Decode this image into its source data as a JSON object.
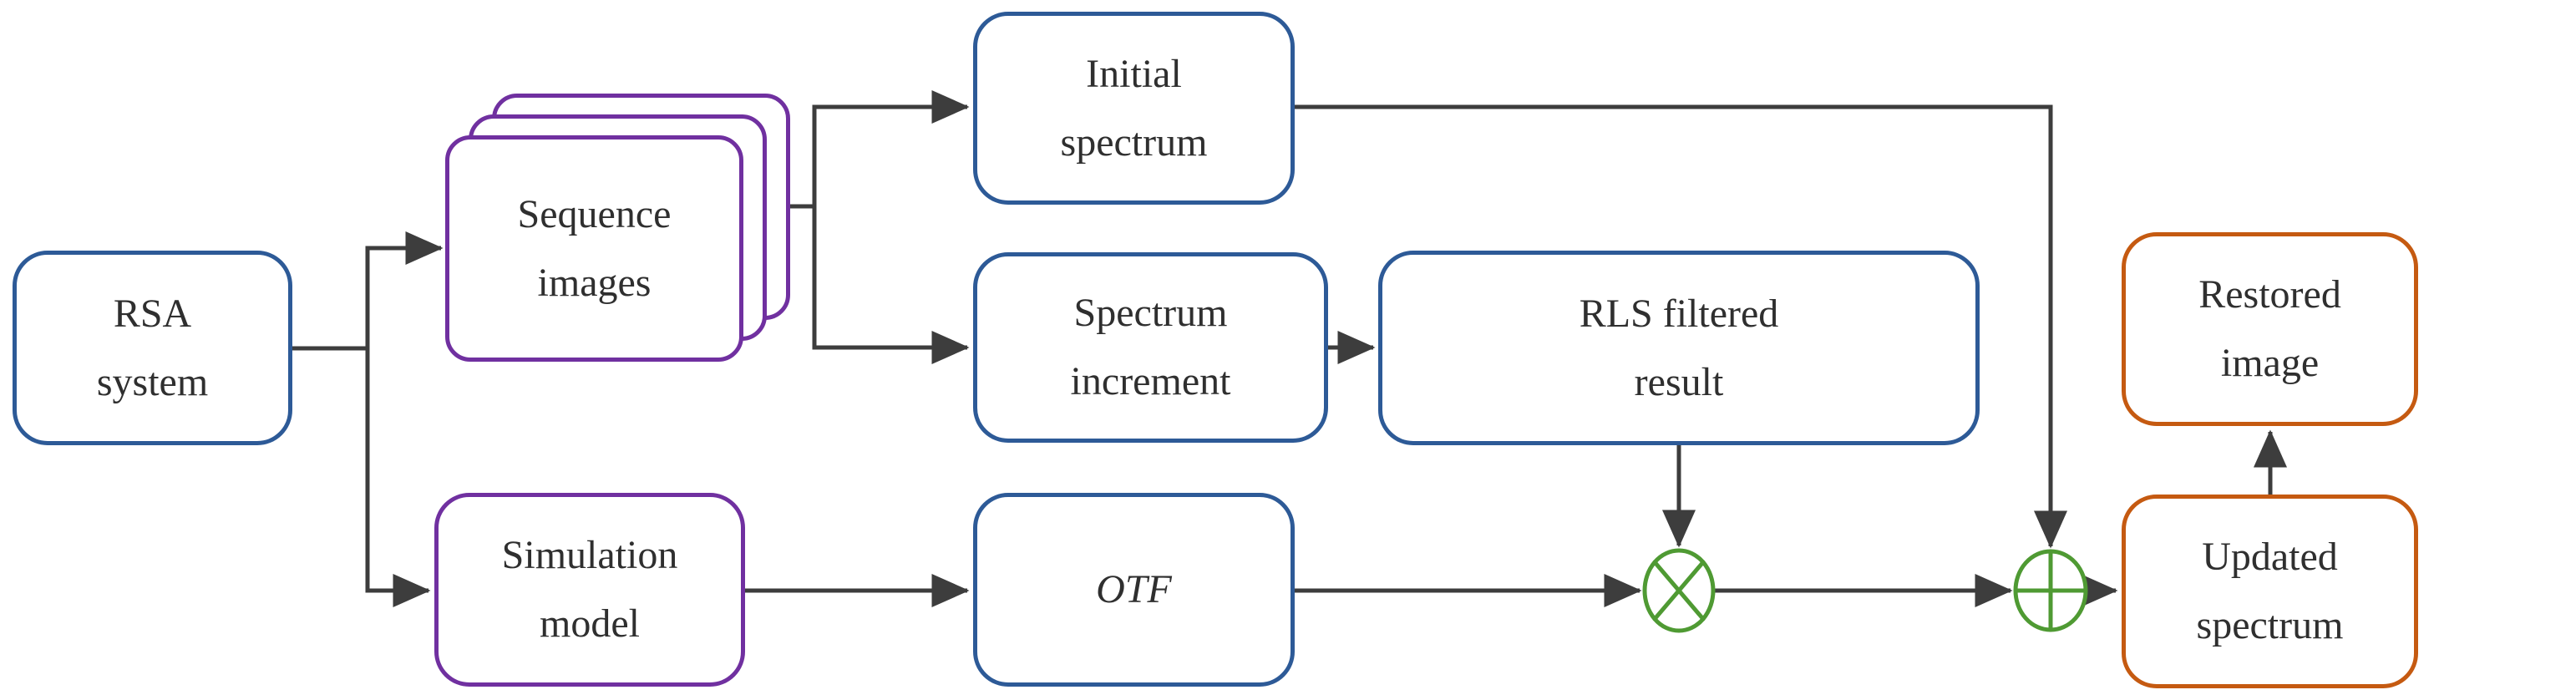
{
  "diagram": {
    "type": "flowchart",
    "description": "Image restoration processing pipeline",
    "nodes": {
      "rsa": {
        "lines": [
          "RSA",
          "system"
        ],
        "color_role": "blue"
      },
      "sequence": {
        "lines": [
          "Sequence",
          "images"
        ],
        "color_role": "purple",
        "stacked": true
      },
      "initial": {
        "lines": [
          "Initial",
          "spectrum"
        ],
        "color_role": "blue"
      },
      "increment": {
        "lines": [
          "Spectrum",
          "increment"
        ],
        "color_role": "blue"
      },
      "rls": {
        "lines": [
          "RLS filtered",
          "result"
        ],
        "color_role": "blue"
      },
      "simulation": {
        "lines": [
          "Simulation",
          "model"
        ],
        "color_role": "purple"
      },
      "otf": {
        "lines": [
          "OTF"
        ],
        "color_role": "blue",
        "italic": true
      },
      "updated": {
        "lines": [
          "Updated",
          "spectrum"
        ],
        "color_role": "orange"
      },
      "restored": {
        "lines": [
          "Restored",
          "image"
        ],
        "color_role": "orange"
      }
    },
    "junctions": {
      "multiply": {
        "symbol": "⊗",
        "icon": "otimes-multiply-icon"
      },
      "sum": {
        "symbol": "⊕",
        "icon": "oplus-sum-icon"
      }
    },
    "edges": [
      [
        "rsa",
        "sequence"
      ],
      [
        "rsa",
        "simulation"
      ],
      [
        "sequence",
        "initial"
      ],
      [
        "sequence",
        "increment"
      ],
      [
        "increment",
        "rls"
      ],
      [
        "rls",
        "multiply"
      ],
      [
        "simulation",
        "otf"
      ],
      [
        "otf",
        "multiply"
      ],
      [
        "multiply",
        "sum"
      ],
      [
        "initial",
        "sum"
      ],
      [
        "sum",
        "updated"
      ],
      [
        "updated",
        "restored"
      ]
    ],
    "colors": {
      "blue_border": "#2d5a97",
      "purple_border": "#7030a0",
      "orange_border": "#c55a11",
      "green_junction": "#4f9a33",
      "connector": "#3d3d3d",
      "text": "#2f2f2f",
      "background": "#ffffff"
    }
  }
}
